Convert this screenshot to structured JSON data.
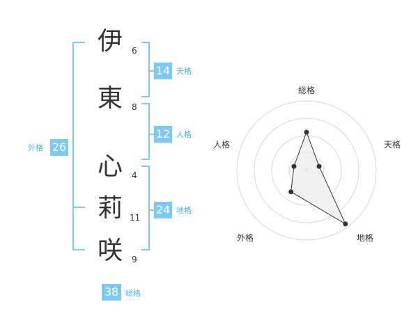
{
  "colors": {
    "accent": "#7ccaf3",
    "accent_text": "#4ab4ea",
    "text": "#333333",
    "radar_fill": "#eeeeee",
    "radar_grid": "#d8d8d8"
  },
  "name_chars": [
    {
      "char": "伊",
      "strokes": "6"
    },
    {
      "char": "東",
      "strokes": "8"
    },
    {
      "char": "心",
      "strokes": "4"
    },
    {
      "char": "莉",
      "strokes": "11"
    },
    {
      "char": "咲",
      "strokes": "9"
    }
  ],
  "kakusu": {
    "tenkaku": {
      "value": "14",
      "label": "天格"
    },
    "jinkaku": {
      "value": "12",
      "label": "人格"
    },
    "chikaku": {
      "value": "24",
      "label": "地格"
    },
    "gaikaku": {
      "value": "26",
      "label": "外格"
    },
    "soukaku": {
      "value": "38",
      "label": "総格"
    }
  },
  "chart_data": {
    "type": "radar",
    "axes": [
      "総格",
      "天格",
      "地格",
      "外格",
      "人格"
    ],
    "values": [
      0.55,
      0.19,
      0.95,
      0.38,
      0.19
    ],
    "max": 1,
    "rings": 4,
    "grid": true
  }
}
